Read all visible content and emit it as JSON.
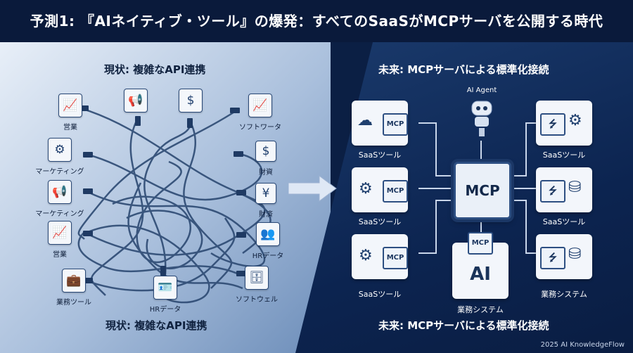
{
  "title": "予測1: 『AIネイティブ・ツール』の爆発：すべてのSaaSがMCPサーバを公開する時代",
  "left": {
    "heading_top": "現状: 複雑なAPI連携",
    "heading_bottom": "現状: 複雑なAPI連携",
    "nodes": [
      {
        "label": "営業",
        "icon": "chart-icon"
      },
      {
        "label": "",
        "icon": "megaphone-icon"
      },
      {
        "label": "",
        "icon": "dollar-icon"
      },
      {
        "label": "ソフトワータ",
        "icon": "chart-icon"
      },
      {
        "label": "マーケティング",
        "icon": "gear-icon"
      },
      {
        "label": "財資",
        "icon": "dollar-icon"
      },
      {
        "label": "マーケティング",
        "icon": "megaphone-icon"
      },
      {
        "label": "財済",
        "icon": "yen-icon"
      },
      {
        "label": "営業",
        "icon": "chart-icon"
      },
      {
        "label": "HRデータ",
        "icon": "people-icon"
      },
      {
        "label": "業務ツール",
        "icon": "briefcase-icon"
      },
      {
        "label": "HRデータ",
        "icon": "id-card-icon"
      },
      {
        "label": "ソフトウェル",
        "icon": "server-user-icon"
      }
    ]
  },
  "right": {
    "heading_top": "未来: MCPサーバによる標準化接続",
    "heading_bottom": "未来: MCPサーバによる標準化接続",
    "agent_label": "AI Agent",
    "hub_label": "MCP",
    "tiles": [
      {
        "label": "SaaSツール",
        "icon": "cloud-ai-icon",
        "badge": "MCP"
      },
      {
        "label": "SaaSツール",
        "icon": "gear-icon",
        "badge": "MCP"
      },
      {
        "label": "SaaSツール",
        "icon": "gear-icon",
        "badge": "MCP"
      },
      {
        "label": "SaaSツール",
        "icon": "gear-icon",
        "badge": "usb"
      },
      {
        "label": "SaaSツール",
        "icon": "database-gear-icon",
        "badge": "usb"
      },
      {
        "label": "業務システム",
        "icon": "database-icon",
        "badge": "usb"
      }
    ],
    "bottom_center": {
      "label": "業務システム",
      "badge": "MCP",
      "big": "AI"
    }
  },
  "brand": "2025 AI KnowledgeFlow",
  "colors": {
    "title_bg": "#0a1a3b",
    "right_bg": "#0c2450",
    "accent": "#2d4f82"
  }
}
